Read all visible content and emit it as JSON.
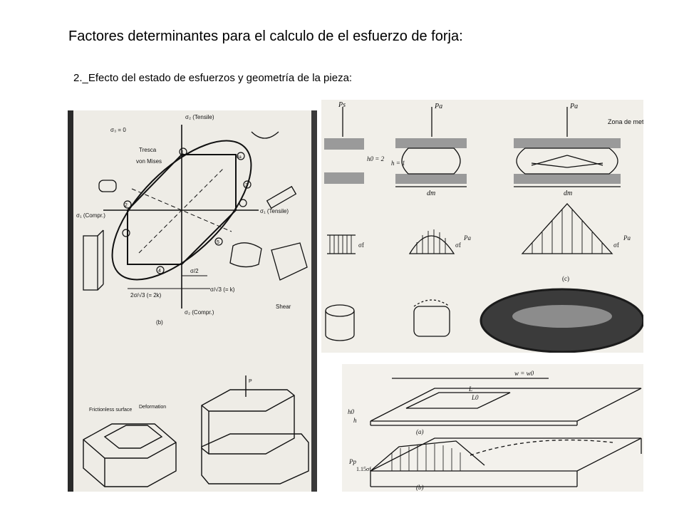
{
  "slide": {
    "title": "Factores determinantes para el calculo de el esfuerzo de forja:",
    "subtitle": "2._Efecto del estado de esfuerzos y geometría de la pieza:"
  },
  "figures": {
    "yield_locus": {
      "sigma3": "σ₃ = 0",
      "tensile_top": "σ₂ (Tensile)",
      "tensile_right": "σ₁ (Tensile)",
      "compr_left": "σ₁ (Compr.)",
      "compr_bottom": "σ₂ (Compr.)",
      "tresca": "Tresca",
      "von_mises": "von Mises",
      "dim_2k": "2σ/√3 (= 2k)",
      "dim_half": "σ/2",
      "dim_k": "σ/√3 (= k)",
      "shear": "Shear",
      "caption": "(b)",
      "points": [
        "1",
        "2",
        "3",
        "4",
        "4a",
        "5"
      ]
    },
    "upset": {
      "pa": "Pa",
      "ps": "Ps",
      "h0": "h0 = 2",
      "h1": "h = 1",
      "dm": "dm",
      "zona": "Zona de metal muerto",
      "sigma_f": "σf",
      "caption_c": "(c)"
    },
    "frictionless": {
      "label1": "Frictionless surface",
      "label2": "Deformation",
      "p": "P"
    },
    "strip": {
      "w": "w = w0",
      "l": "L",
      "l0": "L0",
      "h0": "h0",
      "h": "h",
      "caption_a": "(a)",
      "caption_b": "(b)",
      "pp": "Pp",
      "sf": "1.15σf"
    }
  }
}
